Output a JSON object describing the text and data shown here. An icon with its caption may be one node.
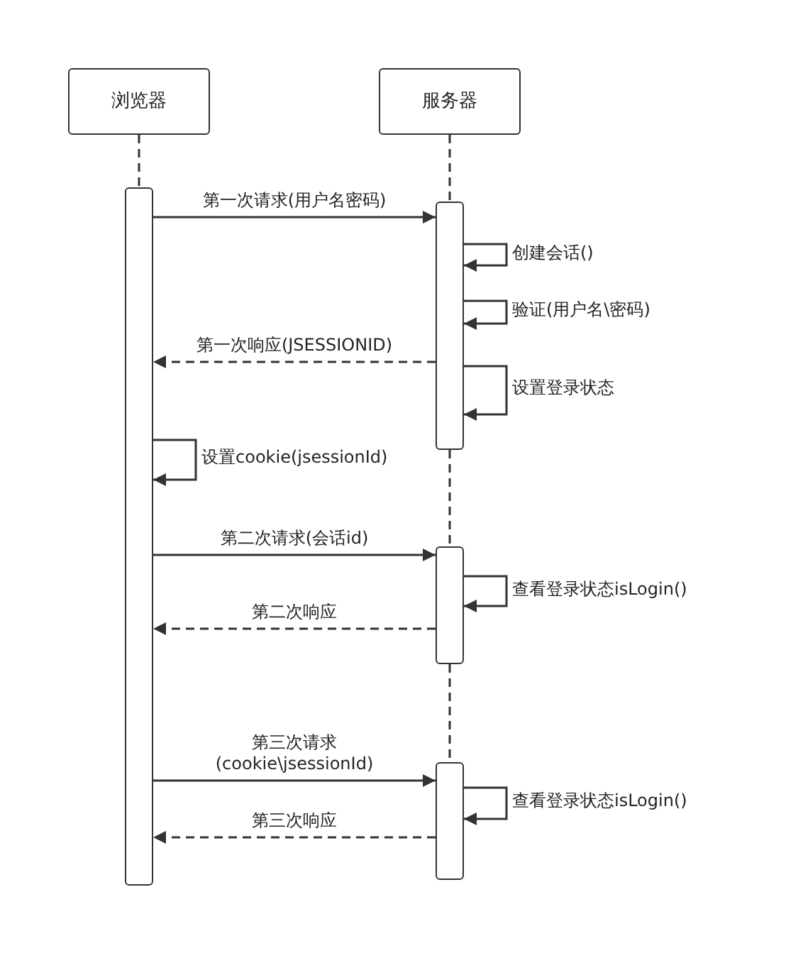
{
  "diagram": {
    "nodes": [
      {
        "text": [
          "浏览器"
        ]
      },
      {
        "text": [
          "服务器"
        ]
      },
      {
        "text": [],
        "shape": "bar"
      },
      {
        "text": [],
        "shape": "bar"
      },
      {
        "text": [],
        "shape": "bar"
      },
      {
        "text": [],
        "shape": "bar"
      }
    ],
    "edges": [
      {
        "from": 0,
        "to": 2,
        "arrow": "none",
        "style": "dashed"
      },
      {
        "from": 1,
        "to": 3,
        "arrow": "none",
        "style": "dashed"
      },
      {
        "from": 3,
        "to": 4,
        "arrow": "none",
        "style": "dashed"
      },
      {
        "from": 4,
        "to": 5,
        "arrow": "none",
        "style": "dashed"
      },
      {
        "from": 2,
        "to": 3,
        "arrow": "to",
        "label": "第一次请求(用户名密码)"
      },
      {
        "from": 3,
        "to": 3,
        "arrow": "to",
        "label": "创建会话()"
      },
      {
        "from": 3,
        "to": 3,
        "arrow": "to",
        "label": "验证(用户名\\密码)"
      },
      {
        "from": 3,
        "to": 2,
        "arrow": "to",
        "label": "第一次响应(JSESSIONID)",
        "style": "dashed"
      },
      {
        "from": 3,
        "to": 3,
        "arrow": "to",
        "label": "设置登录状态"
      },
      {
        "from": 2,
        "to": 2,
        "arrow": "to",
        "label": "设置cookie(jsessionId)"
      },
      {
        "from": 2,
        "to": 4,
        "arrow": "to",
        "label": "第二次请求(会话id)"
      },
      {
        "from": 4,
        "to": 4,
        "arrow": "to",
        "label": "查看登录状态isLogin()"
      },
      {
        "from": 4,
        "to": 2,
        "arrow": "to",
        "label": "第二次响应",
        "style": "dashed"
      },
      {
        "from": 2,
        "to": 5,
        "arrow": "to",
        "label": "第三次请求 (cookie\\jsessionId)"
      },
      {
        "from": 5,
        "to": 5,
        "arrow": "to",
        "label": "查看登录状态isLogin()"
      },
      {
        "from": 5,
        "to": 2,
        "arrow": "to",
        "label": "第三次响应",
        "style": "dashed"
      }
    ]
  }
}
